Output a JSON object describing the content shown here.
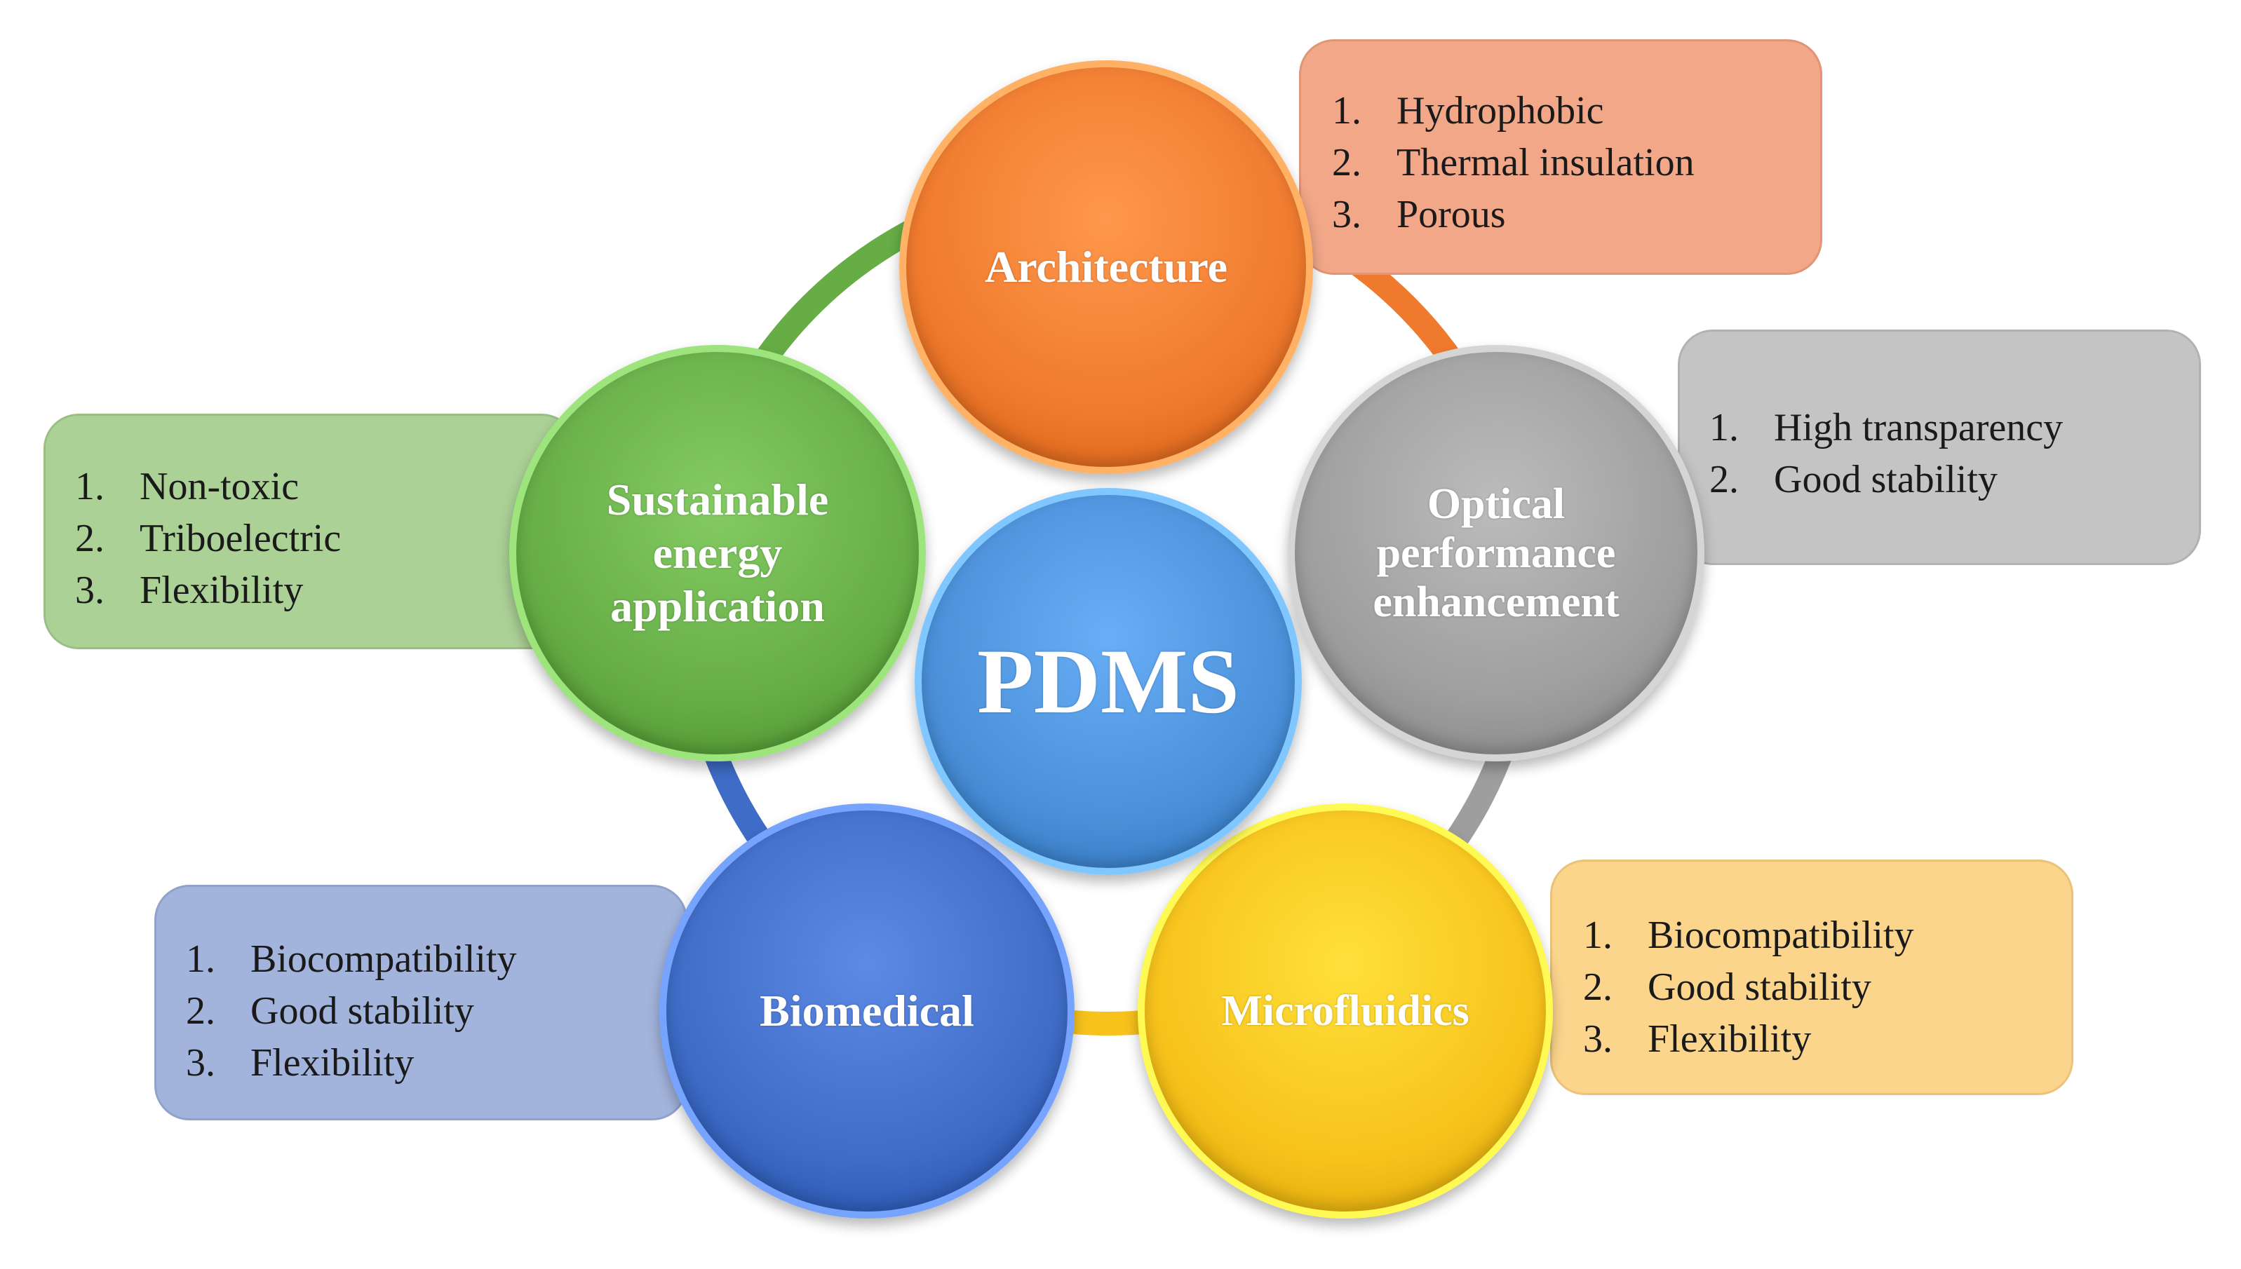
{
  "center": {
    "label": "PDMS",
    "color": "#4a90d9"
  },
  "nodes": [
    {
      "id": "architecture",
      "label": "Architecture",
      "color": "#ef7a2e",
      "box_color": "#f2a789",
      "items": [
        {
          "num": "1.",
          "text": "Hydrophobic"
        },
        {
          "num": "2.",
          "text": "Thermal insulation"
        },
        {
          "num": "3.",
          "text": "Porous"
        }
      ]
    },
    {
      "id": "optical",
      "label": "Optical\nperformance\nenhancement",
      "color": "#9e9e9e",
      "box_color": "#c4c4c4",
      "items": [
        {
          "num": "1.",
          "text": "High transparency"
        },
        {
          "num": "2.",
          "text": "Good stability"
        }
      ]
    },
    {
      "id": "microfluidics",
      "label": "Microfluidics",
      "color": "#f7c21c",
      "box_color": "#fbd58c",
      "items": [
        {
          "num": "1.",
          "text": "Biocompatibility"
        },
        {
          "num": "2.",
          "text": "Good stability"
        },
        {
          "num": "3.",
          "text": "Flexibility"
        }
      ]
    },
    {
      "id": "biomedical",
      "label": "Biomedical",
      "color": "#3f6cc7",
      "box_color": "#a3b4dc",
      "items": [
        {
          "num": "1.",
          "text": "Biocompatibility"
        },
        {
          "num": "2.",
          "text": "Good stability"
        },
        {
          "num": "3.",
          "text": "Flexibility"
        }
      ]
    },
    {
      "id": "sustainable",
      "label": "Sustainable\nenergy\napplication",
      "color": "#66ad46",
      "box_color": "#acd197",
      "items": [
        {
          "num": "1.",
          "text": "Non-toxic"
        },
        {
          "num": "2.",
          "text": "Triboelectric"
        },
        {
          "num": "3.",
          "text": "Flexibility"
        }
      ]
    }
  ]
}
